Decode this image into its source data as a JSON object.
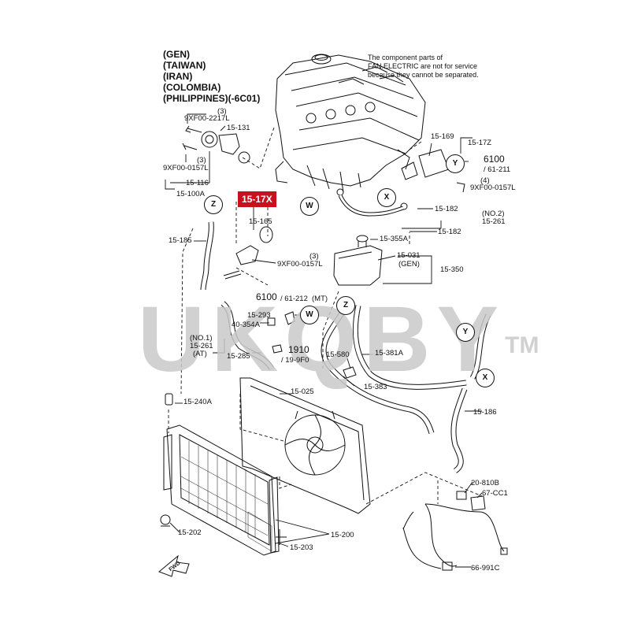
{
  "regions": [
    "(GEN)",
    "(TAIWAN)",
    "(IRAN)",
    "(COLOMBIA)",
    "(PHILIPPINES)(-6C01)"
  ],
  "note": [
    "The component parts of",
    "FAN.ELECTRIC are not for service",
    "because they cannot be separated."
  ],
  "highlight": "15-17X",
  "watermark": {
    "text": "UKQBY",
    "mark": "TM"
  },
  "circles": {
    "y": "Y",
    "x": "X",
    "w": "W",
    "z": "Z"
  },
  "labels": {
    "q3a": "(3)",
    "p9xf2217": "9XF00-2217L",
    "p15131": "15-131",
    "q3b": "(3)",
    "p9xf0157a": "9XF00-0157L",
    "p15116": "15-116",
    "p15100a": "15-100A",
    "p15169": "15-169",
    "p1517z": "15-17Z",
    "p6100a": "6100",
    "p61211": "/ 61-211",
    "q4": "(4)",
    "p9xf0157b": "9XF00-0157L",
    "p15182a": "15-182",
    "no2": "(NO.2)",
    "p15261a": "15-261",
    "p15182b": "15-182",
    "p15165": "15-165",
    "p15185": "15-185",
    "q3c": "(3)",
    "p9xf0157c": "9XF00-0157L",
    "p15355a": "15-355A",
    "p15031": "15-031",
    "gen": "(GEN)",
    "p15350": "15-350",
    "p6100b": "6100",
    "p61212": "/ 61-212",
    "mt": "(MT)",
    "p15293": "15-293",
    "p40354a": "40-354A",
    "no1": "(NO.1)",
    "p15261b": "15-261",
    "at": "(AT)",
    "p15285": "15-285",
    "p1910": "1910",
    "p199f0": "/ 19-9F0",
    "p15580": "15-580",
    "p15381a": "15-381A",
    "p15383": "15-383",
    "p15025": "15-025",
    "p15186": "15-186",
    "p15240a": "15-240A",
    "p20810b": "20-810B",
    "p67cc1": "67-CC1",
    "p66991c": "66-991C",
    "p15202": "15-202",
    "p15203": "15-203",
    "p15200": "15-200",
    "fwd": "FWD"
  }
}
